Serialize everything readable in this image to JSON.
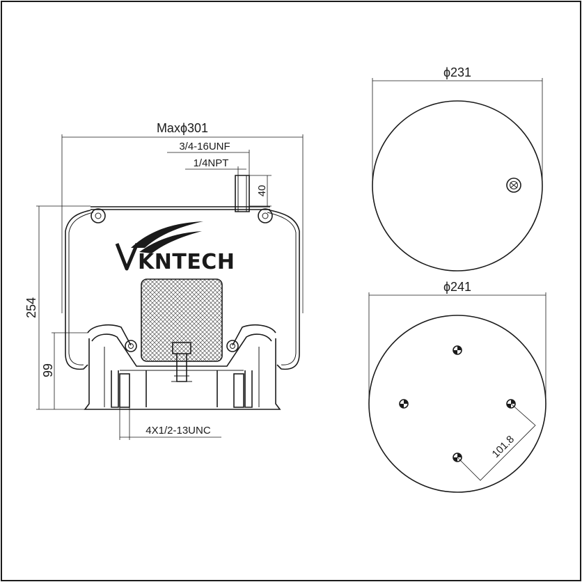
{
  "brand": {
    "logo_text": "KNTECH",
    "logo_mark": "V"
  },
  "side_view": {
    "max_diameter": "Maxϕ301",
    "thread_top": "3/4-16UNF",
    "port": "1/4NPT",
    "height_total": "254",
    "stud_height": "40",
    "piston_height": "99",
    "bolt_spec": "4X1/2-13UNC"
  },
  "top_view": {
    "diameter": "ϕ231"
  },
  "bottom_view": {
    "diameter": "ϕ241",
    "bolt_circle": "101.8"
  }
}
